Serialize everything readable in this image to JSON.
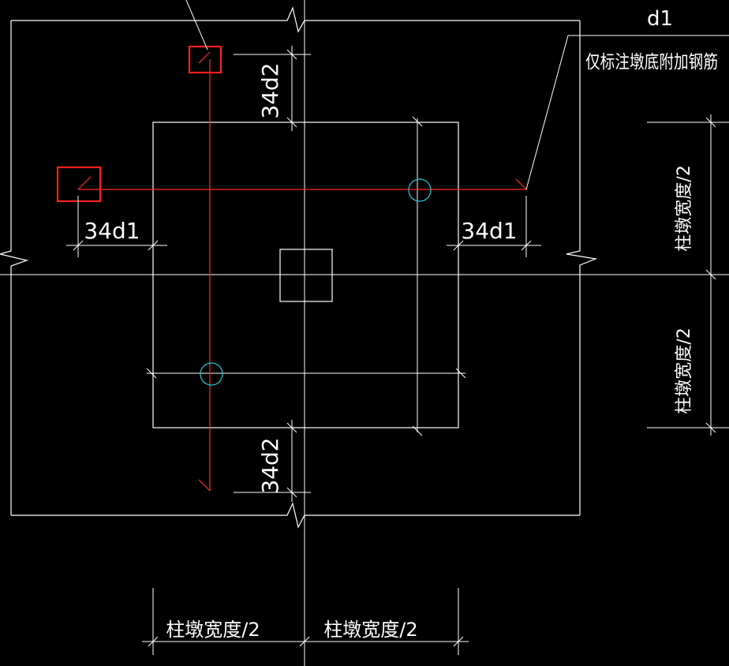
{
  "colors": {
    "background": "#000000",
    "line": "#ffffff",
    "rebar": "#ff2a2a",
    "marker": "#ff2020",
    "circle": "#22c8d8"
  },
  "labels": {
    "d1": "d1",
    "note": "仅标注墩底附加钢筋",
    "dim_top_left": "34d2",
    "dim_bottom_left": "34d2",
    "dim_left": "34d1",
    "dim_right": "34d1",
    "half_width_right_top": "柱墩宽度/2",
    "half_width_right_bottom": "柱墩宽度/2",
    "half_width_bottom_left": "柱墩宽度/2",
    "half_width_bottom_right": "柱墩宽度/2"
  }
}
